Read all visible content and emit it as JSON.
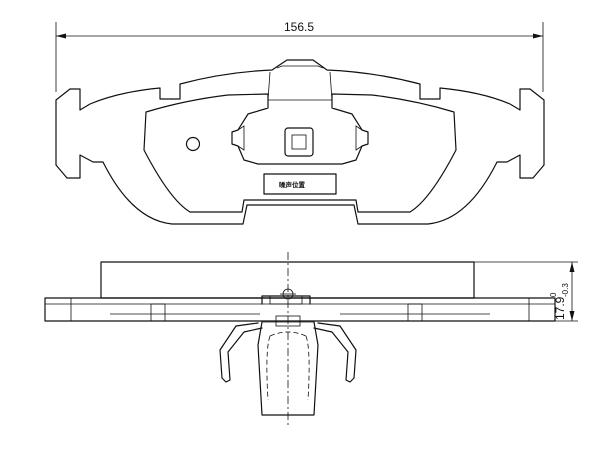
{
  "dimensions": {
    "overall_width": "156.5",
    "thickness_base": "17.9",
    "thickness_tol_upper": "0",
    "thickness_tol_lower": "-0.3"
  },
  "wear_label": "噪声位置",
  "colors": {
    "line": "#111111",
    "background": "#ffffff"
  }
}
